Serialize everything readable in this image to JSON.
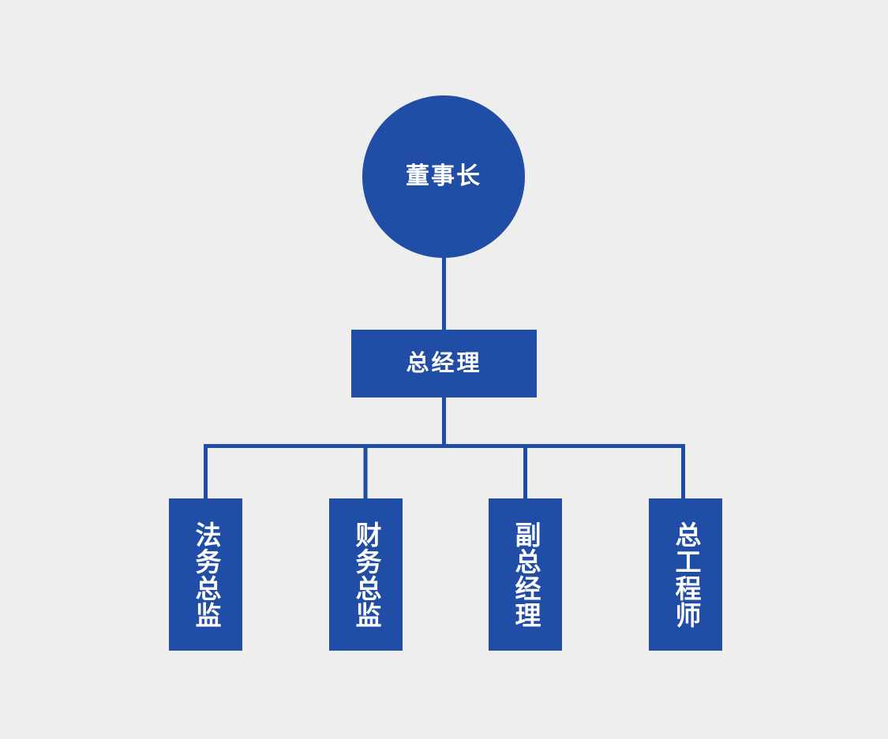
{
  "diagram": {
    "title": "Organization Chart",
    "background_color": "#eeeeee",
    "node_color": "#204da5",
    "line_color": "#204da5",
    "text_color": "#ffffff",
    "levels": 3
  },
  "nodes": {
    "chairman": {
      "label": "董事长",
      "shape": "circle",
      "level": 1
    },
    "general_manager": {
      "label": "总经理",
      "shape": "rectangle",
      "level": 2
    },
    "leaves": [
      {
        "label": "法务总监",
        "shape": "rectangle-vertical",
        "level": 3
      },
      {
        "label": "财务总监",
        "shape": "rectangle-vertical",
        "level": 3
      },
      {
        "label": "副总经理",
        "shape": "rectangle-vertical",
        "level": 3
      },
      {
        "label": "总工程师",
        "shape": "rectangle-vertical",
        "level": 3
      }
    ]
  },
  "connections": [
    {
      "from": "董事长",
      "to": "总经理"
    },
    {
      "from": "总经理",
      "to": "法务总监"
    },
    {
      "from": "总经理",
      "to": "财务总监"
    },
    {
      "from": "总经理",
      "to": "副总经理"
    },
    {
      "from": "总经理",
      "to": "总工程师"
    }
  ]
}
